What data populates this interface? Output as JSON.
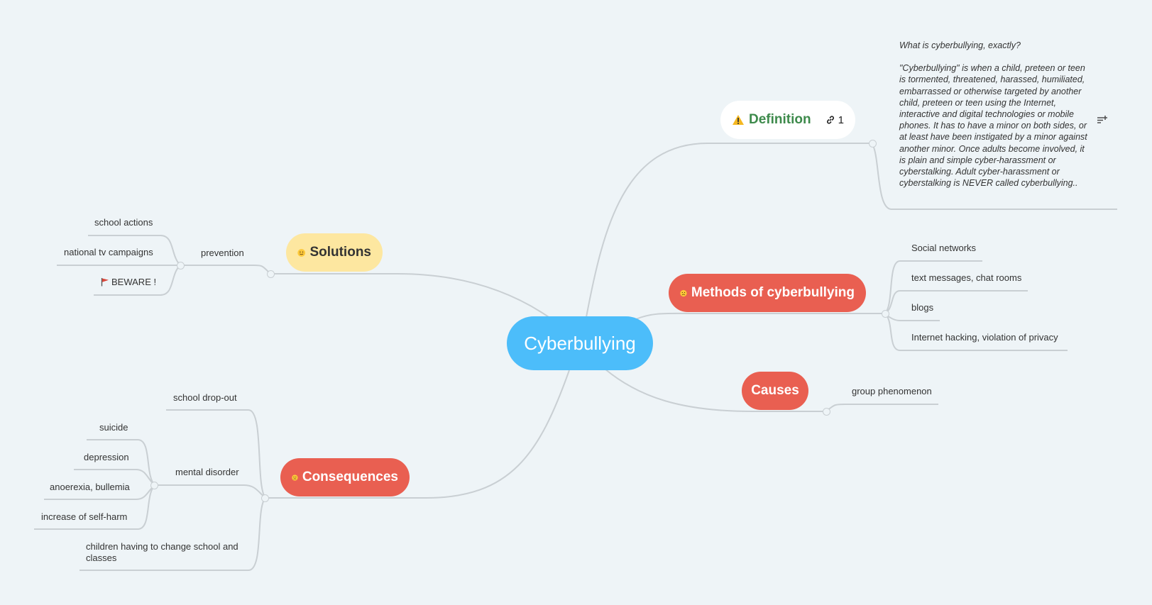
{
  "central": "Cyberbullying",
  "definition": {
    "label": "Definition",
    "icon": "warning-icon",
    "link_count": "1",
    "note_question": "What is cyberbullying, exactly?",
    "note_body": "\"Cyberbullying\" is when a child, preteen or teen is tormented, threatened, harassed, humiliated, embarrassed or otherwise targeted by another child, preteen or teen using the Internet, interactive and digital technologies or mobile phones. It has to have a minor on both sides, or at least have been instigated by a minor against another minor. Once adults become involved, it is plain and simple cyber-harassment or cyberstalking. Adult cyber-harassment or cyberstalking is NEVER called cyberbullying.."
  },
  "methods": {
    "label": "Methods of cyberbullying",
    "icon": "sad-face-icon",
    "items": [
      "Social networks",
      "text messages, chat rooms",
      "blogs",
      "Internet hacking, violation of privacy"
    ]
  },
  "causes": {
    "label": "Causes",
    "items": [
      "group phenomenon"
    ]
  },
  "solutions": {
    "label": "Solutions",
    "icon": "smile-face-icon",
    "prevention": "prevention",
    "items": [
      "school actions",
      "national tv campaigns",
      "BEWARE !"
    ]
  },
  "consequences": {
    "label": "Consequences",
    "icon": "sad-face-icon",
    "school_dropout": "school drop-out",
    "mental_disorder": "mental disorder",
    "mental_items": [
      "suicide",
      "depression",
      "anoerexia, bullemia",
      "increase of self-harm"
    ],
    "change_school_1": "children having to change school and",
    "change_school_2": "classes"
  },
  "colors": {
    "central": "#4cbdfa",
    "red_topic": "#e95f51",
    "yellow_topic": "#fde7a0",
    "definition_text": "#3d8a4b",
    "connector": "#c9cfd3",
    "background": "#eef4f7"
  }
}
